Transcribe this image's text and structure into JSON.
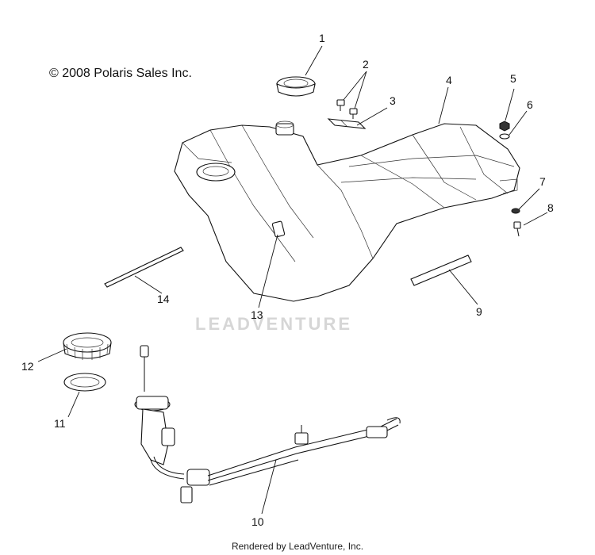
{
  "copyright": "© 2008 Polaris Sales Inc.",
  "watermark": "LEADVENTURE",
  "footer": "Rendered by LeadVenture, Inc.",
  "callouts": [
    {
      "id": "1",
      "label": "1"
    },
    {
      "id": "2",
      "label": "2"
    },
    {
      "id": "3",
      "label": "3"
    },
    {
      "id": "4",
      "label": "4"
    },
    {
      "id": "5",
      "label": "5"
    },
    {
      "id": "6",
      "label": "6"
    },
    {
      "id": "7",
      "label": "7"
    },
    {
      "id": "8",
      "label": "8"
    },
    {
      "id": "9",
      "label": "9"
    },
    {
      "id": "10",
      "label": "10"
    },
    {
      "id": "11",
      "label": "11"
    },
    {
      "id": "12",
      "label": "12"
    },
    {
      "id": "13",
      "label": "13"
    },
    {
      "id": "14",
      "label": "14"
    }
  ]
}
